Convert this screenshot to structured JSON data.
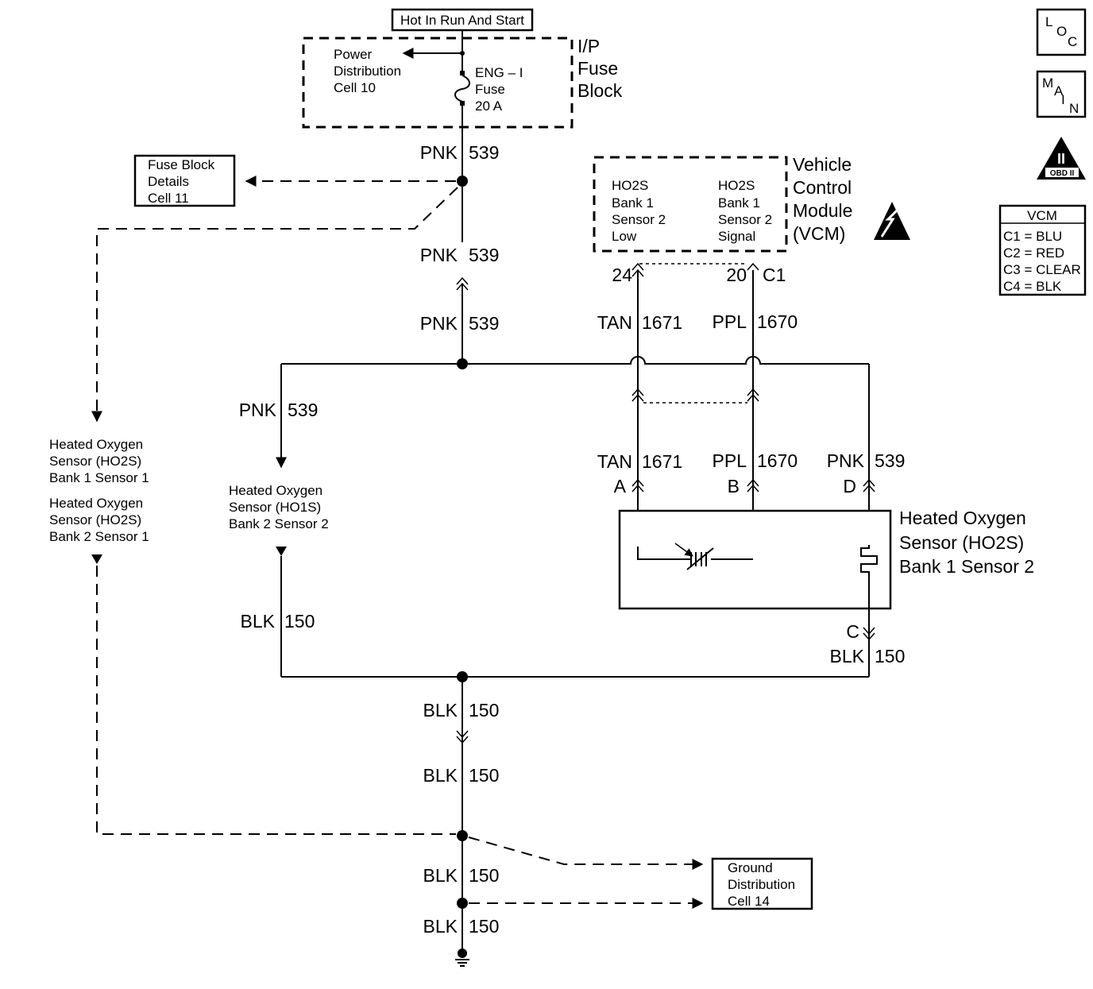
{
  "header": {
    "hot_label": "Hot In Run And Start"
  },
  "fuse_block": {
    "title_lines": [
      "I/P",
      "Fuse",
      "Block"
    ],
    "power_dist_lines": [
      "Power",
      "Distribution",
      "Cell 10"
    ],
    "fuse_lines": [
      "ENG – I",
      "Fuse",
      "20 A"
    ]
  },
  "fuse_details_ref": {
    "lines": [
      "Fuse Block",
      "Details",
      "Cell 11"
    ]
  },
  "vcm": {
    "title_lines": [
      "Vehicle",
      "Control",
      "Module",
      "(VCM)"
    ],
    "pin_left_lines": [
      "HO2S",
      "Bank 1",
      "Sensor 2",
      "Low"
    ],
    "pin_right_lines": [
      "HO2S",
      "Bank 1",
      "Sensor 2",
      "Signal"
    ],
    "pin_24": "24",
    "pin_20": "20",
    "connector": "C1"
  },
  "connector_legend": {
    "title": "VCM",
    "rows": [
      "C1 = BLU",
      "C2 = RED",
      "C3 = CLEAR",
      "C4 = BLK"
    ]
  },
  "badges": {
    "loc": [
      "L",
      "O",
      "C"
    ],
    "main": [
      "M",
      "A",
      "I",
      "N"
    ],
    "obd": [
      "II",
      "OBD II"
    ]
  },
  "wires": {
    "pnk_color": "PNK",
    "pnk_circuit": "539",
    "tan_color": "TAN",
    "tan_circuit": "1671",
    "ppl_color": "PPL",
    "ppl_circuit": "1670",
    "blk_color": "BLK",
    "blk_circuit": "150"
  },
  "sensor": {
    "title_lines": [
      "Heated Oxygen",
      "Sensor (HO2S)",
      "Bank 1 Sensor 2"
    ],
    "pin_a": "A",
    "pin_b": "B",
    "pin_c": "C",
    "pin_d": "D"
  },
  "refs": {
    "left_sensor_lines": [
      "Heated Oxygen",
      "Sensor (HO2S)",
      "Bank 1 Sensor 1",
      "Heated Oxygen",
      "Sensor (HO2S)",
      "Bank 2 Sensor 1"
    ],
    "mid_sensor_lines": [
      "Heated Oxygen",
      "Sensor (HO1S)",
      "Bank 2 Sensor 2"
    ],
    "ground_lines": [
      "Ground",
      "Distribution",
      "Cell 14"
    ]
  }
}
